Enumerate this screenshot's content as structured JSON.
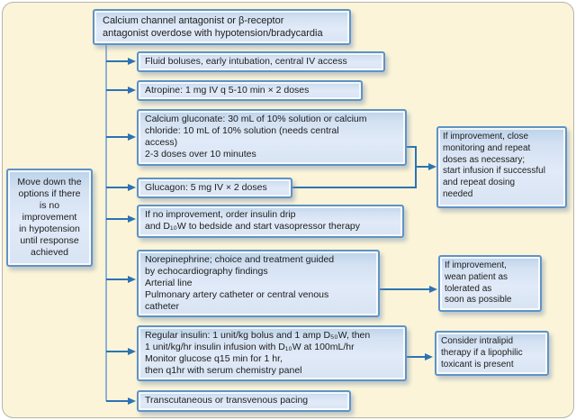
{
  "palette": {
    "background": "#fbf4d8",
    "frame_border": "#b7b4ab",
    "box_fill": "#d9e5f4",
    "box_border": "#5f93c5",
    "arrow_color": "#2d73b3",
    "trunk_color": "#8fb2d6",
    "text_color": "#1c1c1c"
  },
  "flow": {
    "start": {
      "text": "Calcium channel antagonist or β-receptor\nantagonist overdose with hypotension/bradycardia"
    },
    "note": {
      "text": "Move down the\noptions if there\nis no\nimprovement\nin hypotension\nuntil response\nachieved"
    },
    "steps": [
      {
        "id": "fluid-boluses",
        "text": "Fluid boluses, early intubation, central IV access"
      },
      {
        "id": "atropine",
        "text": "Atropine: 1 mg IV q 5-10 min × 2 doses"
      },
      {
        "id": "calcium-gluconate",
        "text": "Calcium gluconate: 30 mL of 10% solution or calcium\nchloride: 10 mL of 10% solution (needs central\naccess)\n2-3 doses over 10 minutes"
      },
      {
        "id": "glucagon",
        "text": "Glucagon: 5 mg IV × 2 doses"
      },
      {
        "id": "insulin-drip-order",
        "text": "If no improvement, order insulin drip\nand D₁₀W to bedside and start vasopressor therapy"
      },
      {
        "id": "norepinephrine",
        "text": "Norepinephrine; choice and treatment guided\nby echocardiography findings\nArterial line\nPulmonary artery catheter or central venous\ncatheter"
      },
      {
        "id": "regular-insulin",
        "text": "Regular insulin: 1 unit/kg bolus and 1 amp D₅₀W, then\n1 unit/kg/hr insulin infusion with D₁₀W at 100mL/hr\nMonitor glucose q15 min for 1 hr,\nthen q1hr with serum chemistry panel"
      },
      {
        "id": "pacing",
        "text": "Transcutaneous or transvenous pacing"
      }
    ],
    "outcomes": [
      {
        "id": "close-monitoring",
        "text": "If improvement, close\nmonitoring and repeat\ndoses as necessary;\nstart infusion if successful\nand repeat dosing\nneeded"
      },
      {
        "id": "wean-patient",
        "text": "If improvement,\nwean patient as\ntolerated as\nsoon as possible"
      },
      {
        "id": "intralipid",
        "text": "Consider intralipid\ntherapy if a lipophilic\ntoxicant is present"
      }
    ]
  }
}
